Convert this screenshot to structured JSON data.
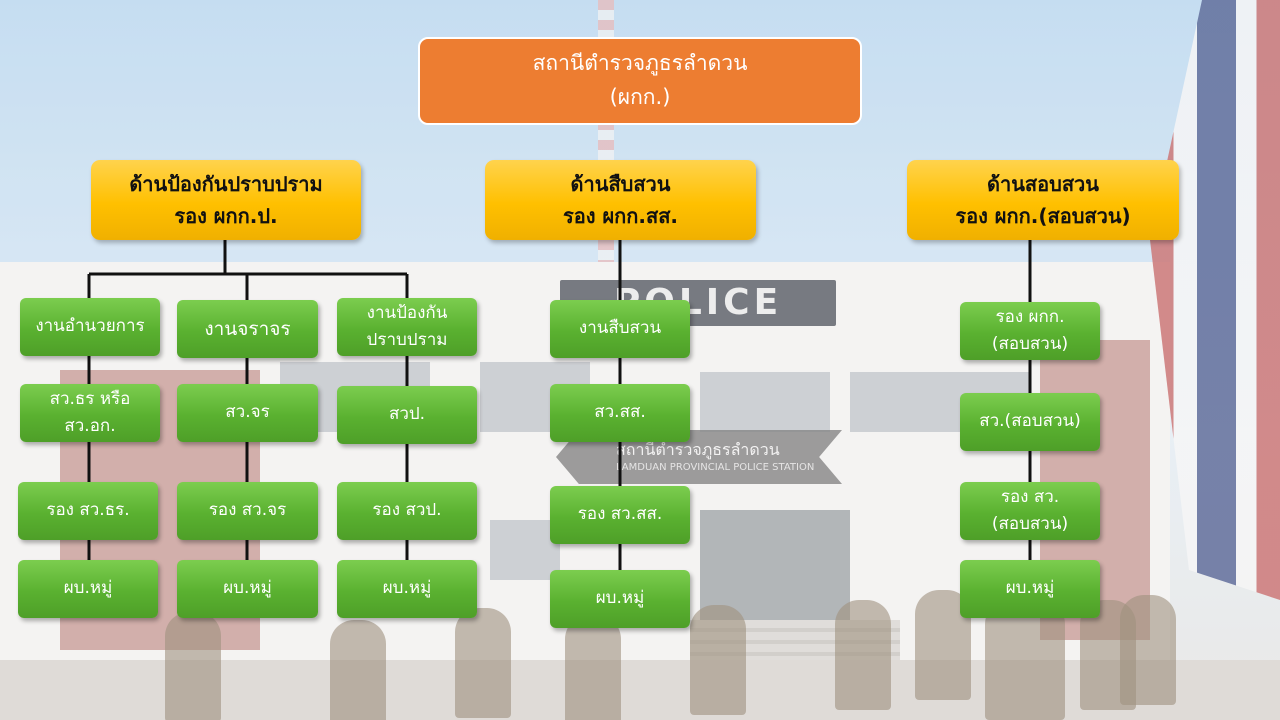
{
  "background": {
    "roof_sign": "POLICE",
    "station_sign_thai": "สถานีตำรวจภูธรลำดวน",
    "station_sign_en": "LAMDUAN PROVINCIAL POLICE STATION"
  },
  "colors": {
    "top_box": "#ed7d31",
    "dept_box": "#ffc000",
    "unit_box": "#5ab130",
    "connector": "#111111"
  },
  "org": {
    "top": {
      "line1": "สถานีตำรวจภูธรลำดวน",
      "line2": "(ผกก.)"
    },
    "departments": [
      {
        "line1": "ด้านป้องกันปราบปราม",
        "line2": "รอง ผกก.ป.",
        "columns": [
          [
            "งานอำนวยการ",
            "สว.ธร หรือ สว.อก.",
            "รอง สว.ธร.",
            "ผบ.หมู่"
          ],
          [
            "งานจราจร",
            "สว.จร",
            "รอง สว.จร",
            "ผบ.หมู่"
          ],
          [
            "งานป้องกัน ปราบปราม",
            "สวป.",
            "รอง สวป.",
            "ผบ.หมู่"
          ]
        ]
      },
      {
        "line1": "ด้านสืบสวน",
        "line2": "รอง ผกก.สส.",
        "columns": [
          [
            "งานสืบสวน",
            "สว.สส.",
            "รอง สว.สส.",
            "ผบ.หมู่"
          ]
        ]
      },
      {
        "line1": "ด้านสอบสวน",
        "line2": "รอง ผกก.(สอบสวน)",
        "columns": [
          [
            "รอง ผกก.(สอบสวน)",
            "สว.(สอบสวน)",
            "รอง สว.(สอบสวน)",
            "ผบ.หมู่"
          ]
        ]
      }
    ]
  }
}
